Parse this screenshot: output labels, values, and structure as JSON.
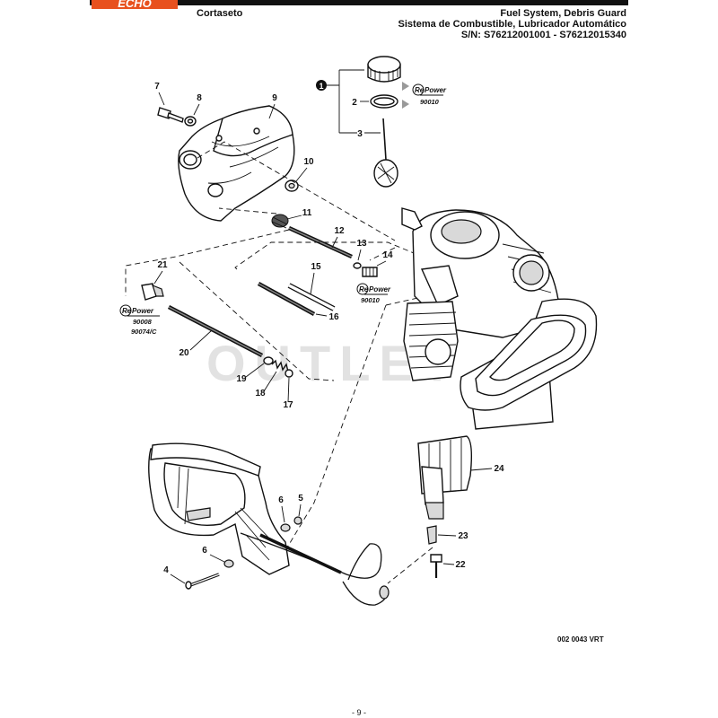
{
  "header": {
    "brand": "ECHO",
    "product": "Cortaseto",
    "title_lines": [
      "Fuel System, Debris Guard",
      "Sistema de Combustible, Lubricador Automático",
      "S/N: S76212001001 - S76212015340"
    ]
  },
  "callouts": {
    "c1": "1",
    "c2": "2",
    "c3": "3",
    "c4": "4",
    "c5": "5",
    "c6a": "6",
    "c6b": "6",
    "c7": "7",
    "c8": "8",
    "c9": "9",
    "c10": "10",
    "c11": "11",
    "c12": "12",
    "c13": "13",
    "c14": "14",
    "c15": "15",
    "c16": "16",
    "c17": "17",
    "c18": "18",
    "c19": "19",
    "c20": "20",
    "c21": "21",
    "c22": "22",
    "c23": "23",
    "c24": "24"
  },
  "repower": {
    "label_re": "Re",
    "label_power": "Power",
    "code_a": "90010",
    "code_b": "90010",
    "code_c1": "90008",
    "code_c2": "90074/C"
  },
  "watermark": "OUTLET",
  "footer": {
    "drawing_code": "002 0043 VRT",
    "page_number": "- 9 -"
  },
  "colors": {
    "brand": "#e8511e",
    "line": "#111111",
    "fill_gray": "#d9d9d9"
  }
}
